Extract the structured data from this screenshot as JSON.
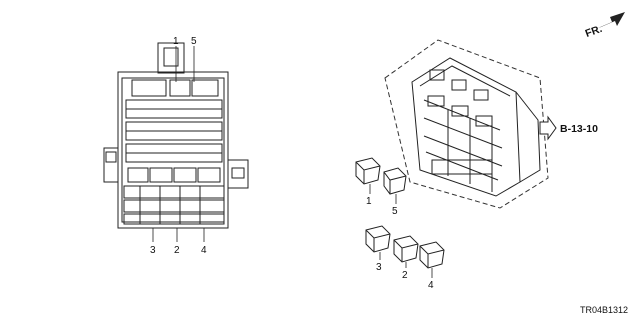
{
  "diagram": {
    "front_marker": "FR.",
    "reference_code": "B-13-10",
    "drawing_code": "TR04B1312",
    "callouts": {
      "box_top": [
        "1",
        "5"
      ],
      "box_bottom": [
        "3",
        "2",
        "4"
      ],
      "relays_row1": [
        "1",
        "5"
      ],
      "relays_row2": [
        "3",
        "2",
        "4"
      ]
    }
  }
}
